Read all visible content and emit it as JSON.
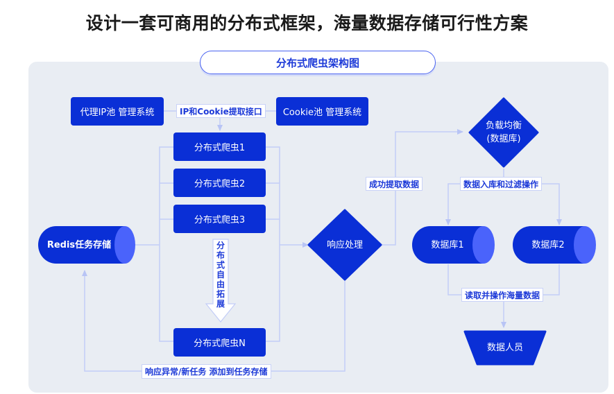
{
  "page": {
    "title": "设计一套可商用的分布式框架，海量数据存储可行性方案"
  },
  "diagram": {
    "title": "分布式爬虫架构图",
    "nodes": {
      "proxy_pool": "代理IP池 管理系统",
      "cookie_pool": "Cookie池 管理系统",
      "crawler_1": "分布式爬虫1",
      "crawler_2": "分布式爬虫2",
      "crawler_3": "分布式爬虫3",
      "crawler_n": "分布式爬虫N",
      "redis_store": "Redis任务存储",
      "response_handler": "响应处理",
      "load_balancer_line1": "负载均衡",
      "load_balancer_line2": "(数据库)",
      "database_1": "数据库1",
      "database_2": "数据库2",
      "data_staff": "数据人员"
    },
    "edge_labels": {
      "ip_cookie_api": "IP和Cookie提取接口",
      "scale_out": "分布式自由拓展",
      "success_extract": "成功提取数据",
      "store_filter": "数据入库和过滤操作",
      "read_operate": "读取并操作海量数据",
      "error_new_task": "响应异常/新任务  添加到任务存储"
    },
    "colors": {
      "node_fill": "#0a2fd6",
      "cylinder_cap": "#4a63fb",
      "connector": "#c3cdf7",
      "label_text": "#1d3ad8",
      "panel_bg": "#e9edf3"
    }
  }
}
